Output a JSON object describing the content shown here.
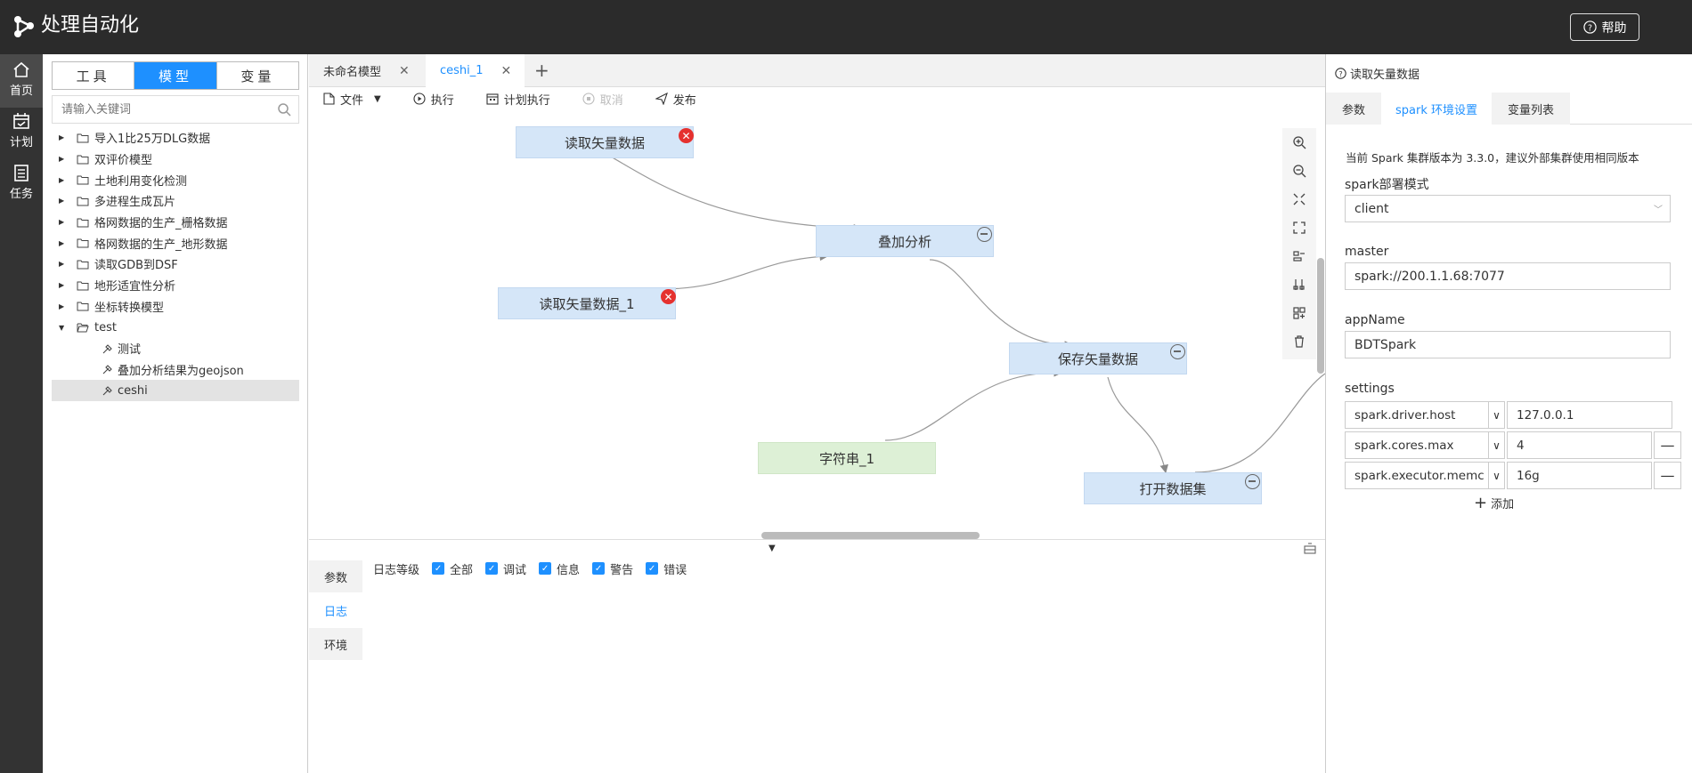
{
  "app": {
    "title": "处理自动化",
    "help_label": "帮助"
  },
  "nav": [
    {
      "label": "首页"
    },
    {
      "label": "计划"
    },
    {
      "label": "任务"
    }
  ],
  "left": {
    "seg": [
      "工具",
      "模型",
      "变量"
    ],
    "search_placeholder": "请输入关键词",
    "tree": [
      "导入1比25万DLG数据",
      "双评价模型",
      "土地利用变化检测",
      "多进程生成瓦片",
      "格网数据的生产_栅格数据",
      "格网数据的生产_地形数据",
      "读取GDB到DSF",
      "地形适宜性分析",
      "坐标转换模型",
      "test"
    ],
    "children": [
      "测试",
      "叠加分析结果为geojson",
      "ceshi"
    ]
  },
  "tabs": [
    "未命名模型",
    "ceshi_1"
  ],
  "toolbar": {
    "file": "文件",
    "run": "执行",
    "schedule": "计划执行",
    "cancel": "取消",
    "publish": "发布"
  },
  "nodes": {
    "n1": "读取矢量数据",
    "n2": "叠加分析",
    "n3": "读取矢量数据_1",
    "n4": "保存矢量数据",
    "n5": "字符串_1",
    "n6": "打开数据集"
  },
  "log": {
    "tabs": [
      "参数",
      "日志",
      "环境"
    ],
    "level_label": "日志等级",
    "levels": [
      "全部",
      "调试",
      "信息",
      "警告",
      "错误"
    ]
  },
  "right": {
    "title": "读取矢量数据",
    "tabs": [
      "参数",
      "spark 环境设置",
      "变量列表"
    ],
    "note": "当前 Spark 集群版本为 3.3.0，建议外部集群使用相同版本",
    "deploy_label": "spark部署模式",
    "deploy_value": "client",
    "master_label": "master",
    "master_value": "spark://200.1.1.68:7077",
    "appname_label": "appName",
    "appname_value": "BDTSpark",
    "settings_label": "settings",
    "settings": [
      {
        "key": "spark.driver.host",
        "value": "127.0.0.1"
      },
      {
        "key": "spark.cores.max",
        "value": "4"
      },
      {
        "key": "spark.executor.memc",
        "value": "16g"
      }
    ],
    "add_label": "添加"
  }
}
